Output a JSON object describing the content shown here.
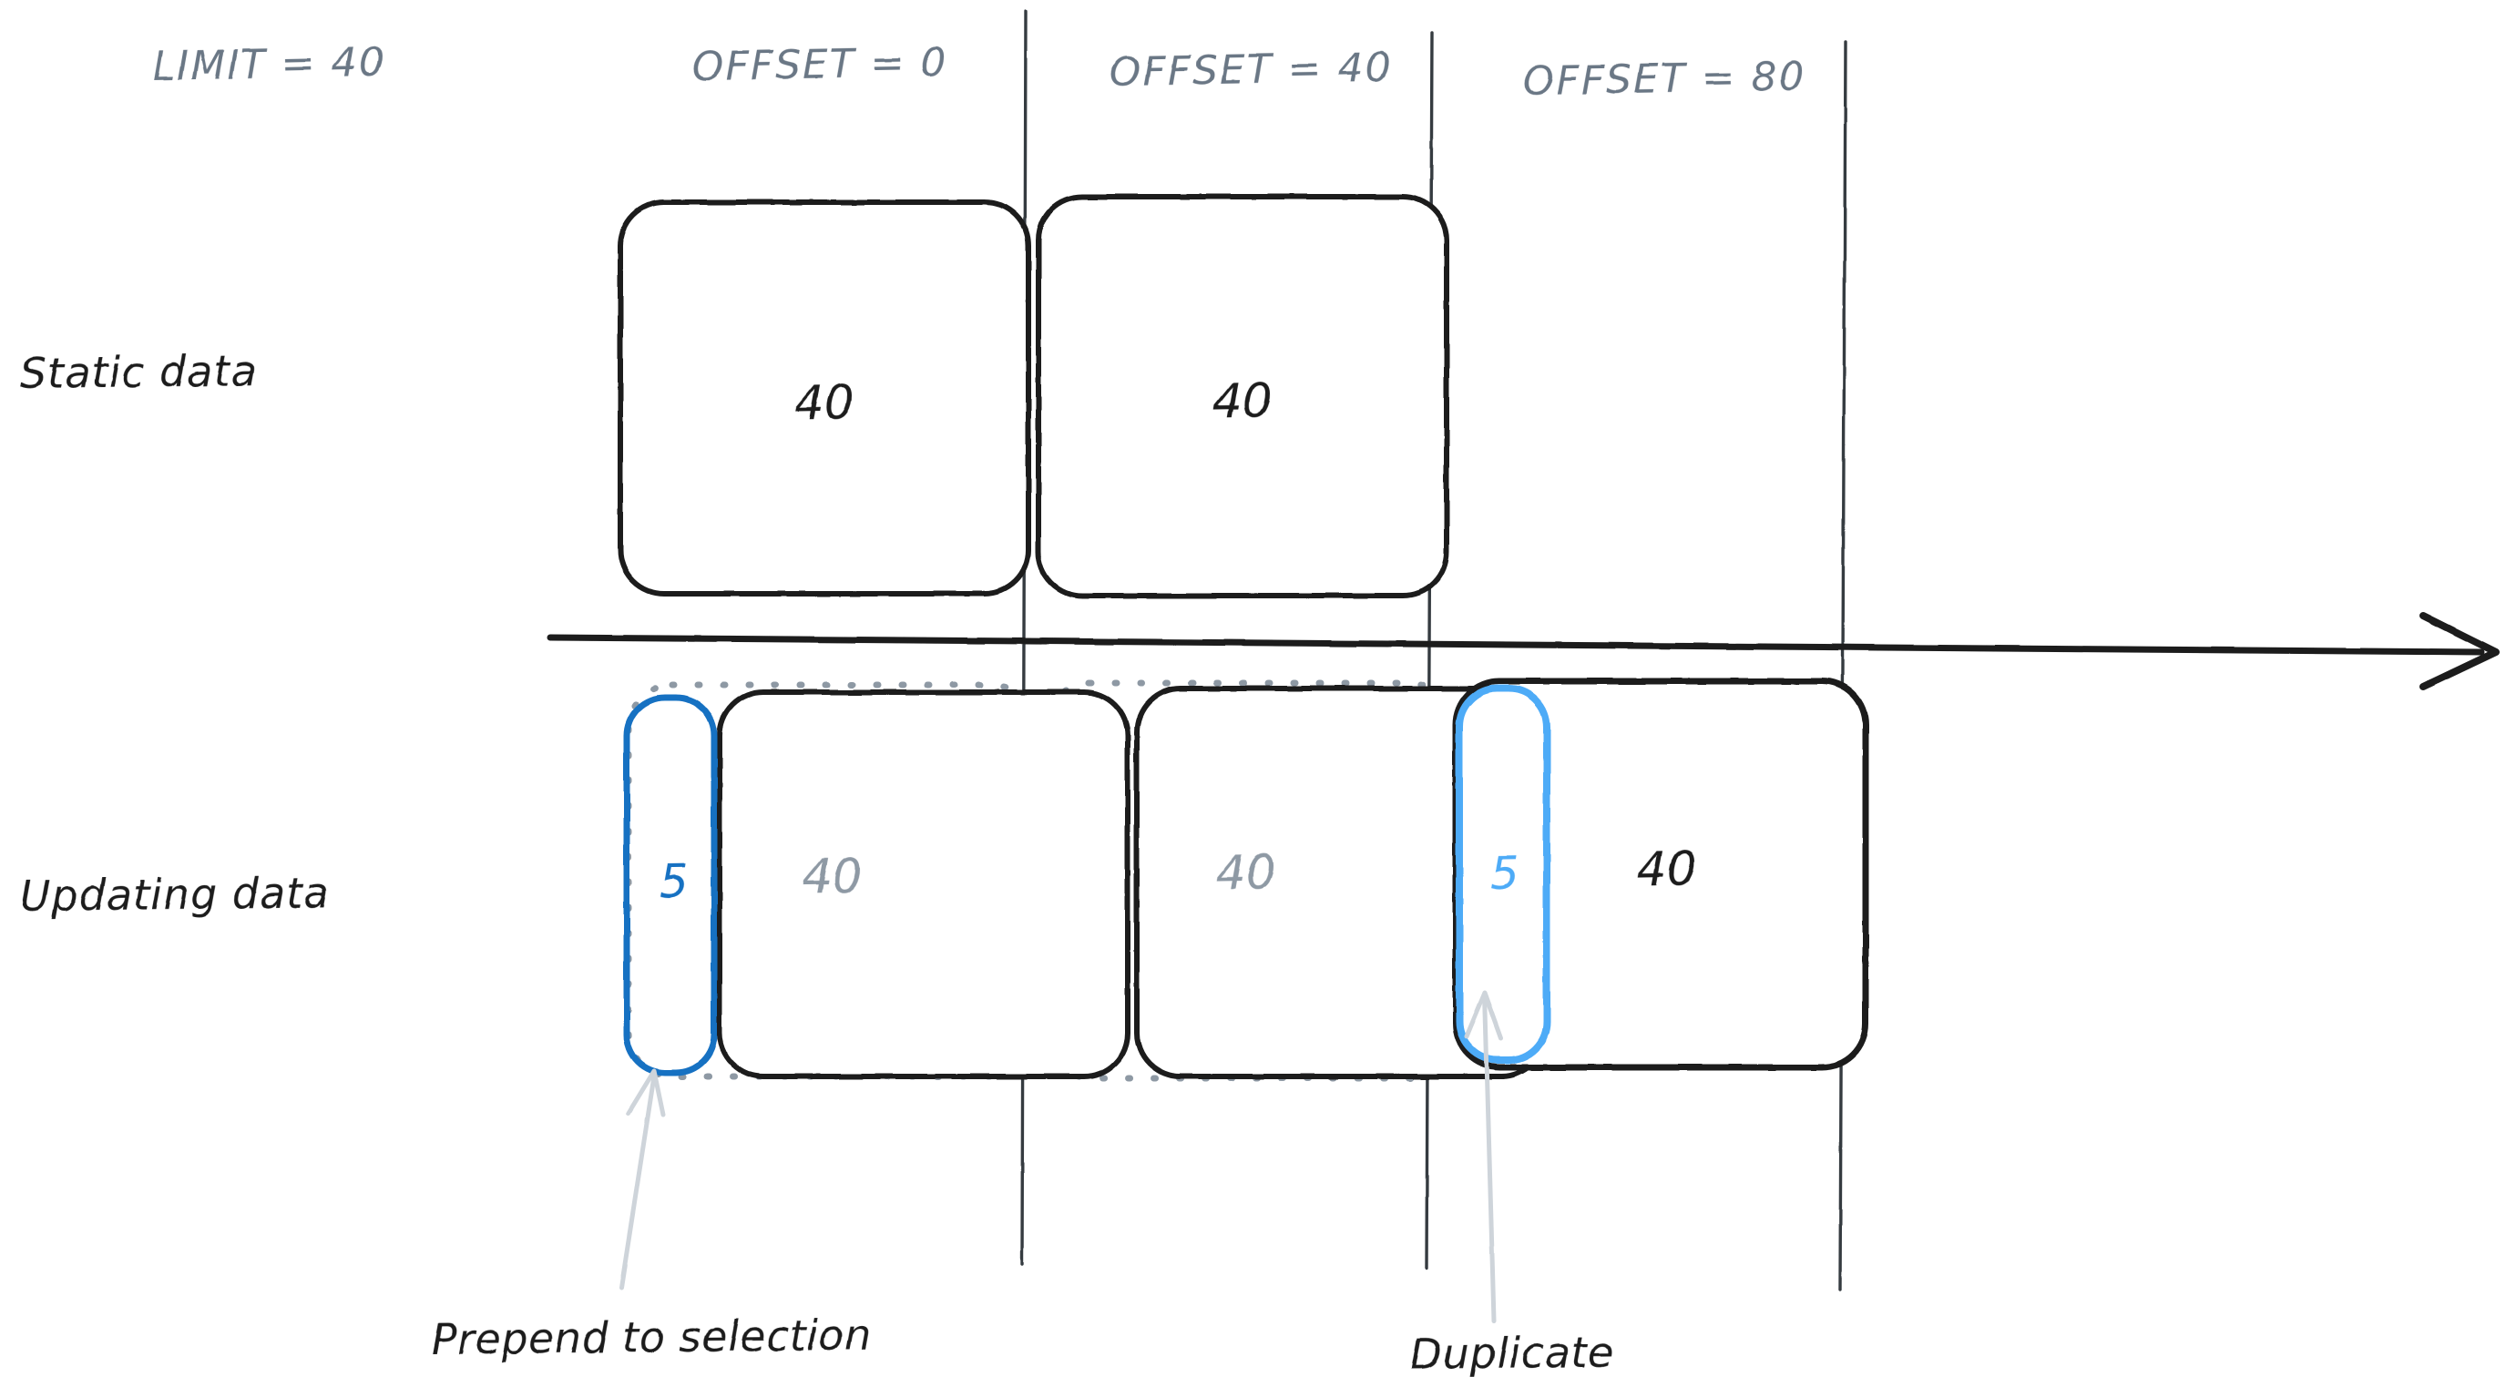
{
  "diagram": {
    "title_labels": {
      "limit": "LIMIT = 40",
      "offset_0": "OFFSET = 0",
      "offset_40": "OFFSET = 40",
      "offset_80": "OFFSET = 80"
    },
    "row_labels": {
      "static": "Static data",
      "updating": "Updating data"
    },
    "annotations": {
      "prepend": "Prepend to selection",
      "duplicate": "Duplicate"
    },
    "static_row": {
      "boxes": [
        {
          "value": "40",
          "variant": "solid-black"
        },
        {
          "value": "40",
          "variant": "solid-black"
        }
      ]
    },
    "updating_row": {
      "boxes": [
        {
          "value": "5",
          "variant": "blue-dark"
        },
        {
          "value": "40",
          "variant": "solid-gray-text"
        },
        {
          "value": "40",
          "variant": "solid-gray-text"
        },
        {
          "value": "5",
          "variant": "blue-light"
        },
        {
          "value": "40",
          "variant": "solid-black"
        }
      ],
      "ghost_boxes": 2
    },
    "colors": {
      "ink": "#1e1e1e",
      "muted": "#6b7785",
      "ghost": "#8e99a4",
      "blue_dark": "#1971c2",
      "blue_light": "#4dabf7",
      "arrow_gray": "#ced4da",
      "divider": "#343a40"
    },
    "icons": {
      "timeline_arrow": "arrow-right-icon",
      "callout_arrow": "arrow-up-icon"
    }
  }
}
